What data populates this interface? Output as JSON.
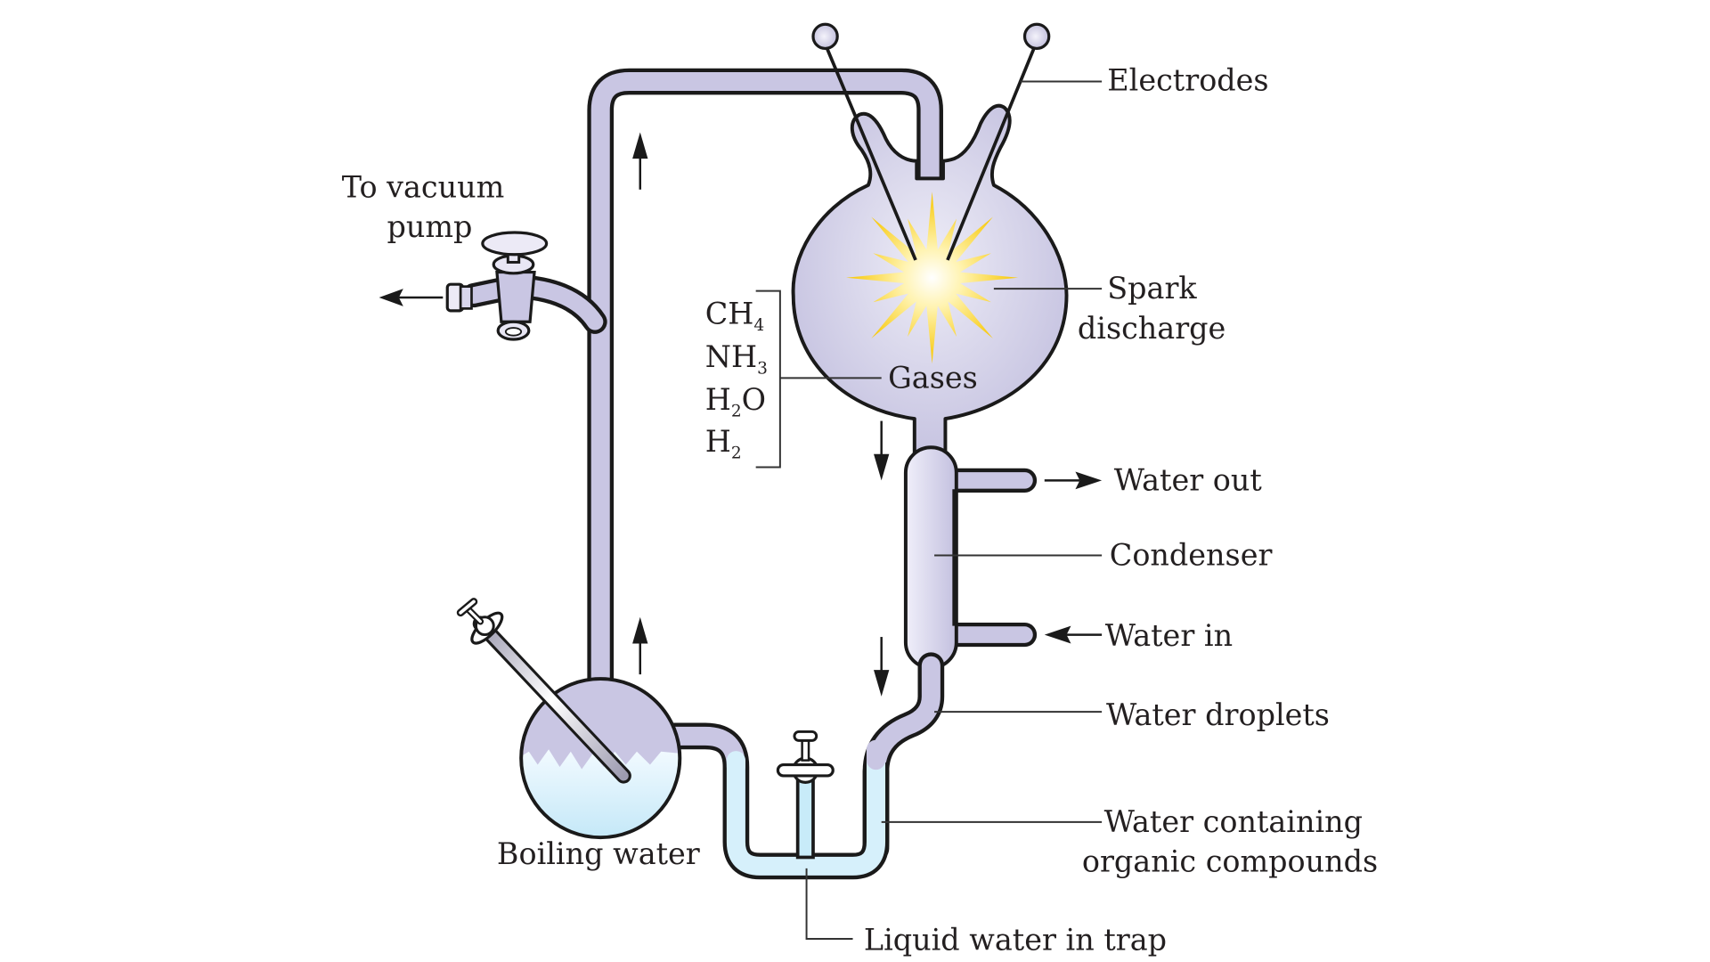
{
  "title": "Miller-Urey experiment apparatus",
  "labels": {
    "electrodes": "Electrodes",
    "vacuum_line1": "To vacuum",
    "vacuum_line2": "pump",
    "spark_line1": "Spark",
    "spark_line2": "discharge",
    "gases": "Gases",
    "water_out": "Water out",
    "condenser": "Condenser",
    "water_in": "Water in",
    "water_droplets": "Water droplets",
    "organic_line1": "Water containing",
    "organic_line2": "organic compounds",
    "boiling_water": "Boiling water",
    "liquid_trap": "Liquid water in trap"
  },
  "gas_list": [
    {
      "base": "CH",
      "sub": "4",
      "tail": ""
    },
    {
      "base": "NH",
      "sub": "3",
      "tail": ""
    },
    {
      "base": "H",
      "sub": "2",
      "tail": "O"
    },
    {
      "base": "H",
      "sub": "2",
      "tail": ""
    }
  ],
  "colors": {
    "glass_gas": "#c9c6e3",
    "glass_highlight": "#eceaf6",
    "water": "#bfe6f7",
    "water_light": "#eef8fd",
    "spark": "#f7c600",
    "outline": "#1a1a1a",
    "text": "#231f20"
  },
  "flow_arrows": [
    "up",
    "up",
    "down",
    "down",
    "left-vacuum",
    "right-water-out",
    "left-water-in"
  ]
}
